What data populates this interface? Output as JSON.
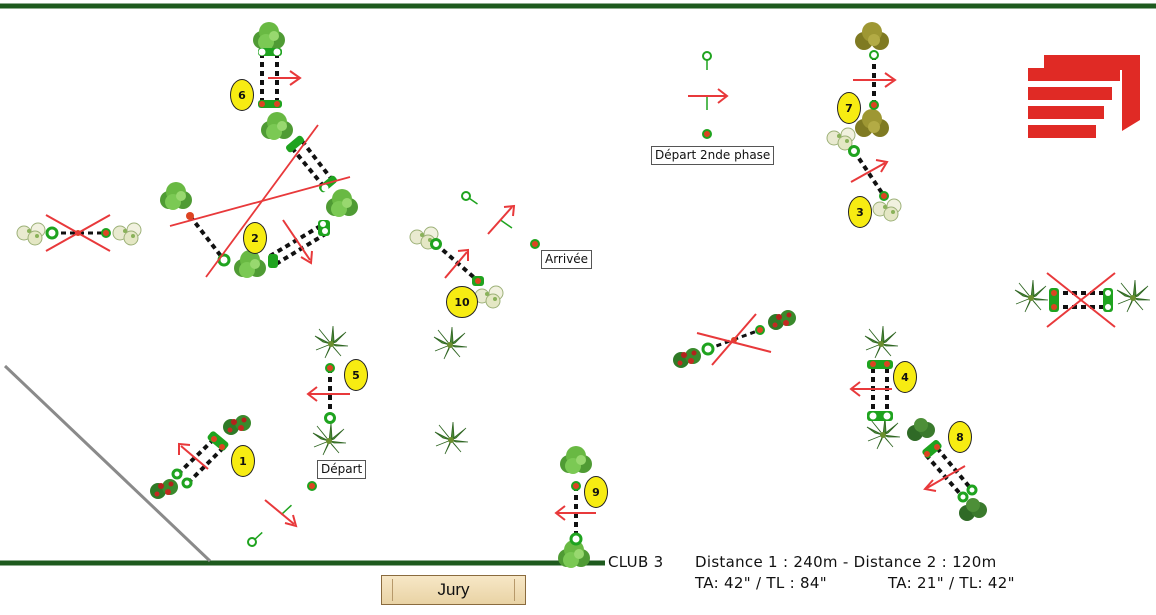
{
  "labels": {
    "depart": "Départ",
    "arrivee": "Arrivée",
    "depart_2nde_phase": "Départ 2nde phase",
    "jury": "Jury"
  },
  "info": {
    "club": "CLUB 3",
    "distance_line": "Distance 1 : 240m - Distance 2 : 120m",
    "ta_1": "TA: 42\" / TL : 84\"",
    "ta_2": "TA: 21\" / TL: 42\""
  },
  "obstacles": [
    {
      "number": "1"
    },
    {
      "number": "2"
    },
    {
      "number": "3"
    },
    {
      "number": "4"
    },
    {
      "number": "5"
    },
    {
      "number": "6"
    },
    {
      "number": "7"
    },
    {
      "number": "8"
    },
    {
      "number": "9"
    },
    {
      "number": "10"
    }
  ],
  "colors": {
    "border": "#1e5a1e",
    "arrow": "#e8393b",
    "number_fill": "#f7ec12",
    "logo": "#e02a25",
    "tree": "#5fae3c",
    "flower": "#f2f0d0",
    "palm": "#4f8a3a",
    "red_bush": "#a8261f",
    "olive": "#8f8a2a"
  },
  "logo_icon": "ffe-logo-icon"
}
